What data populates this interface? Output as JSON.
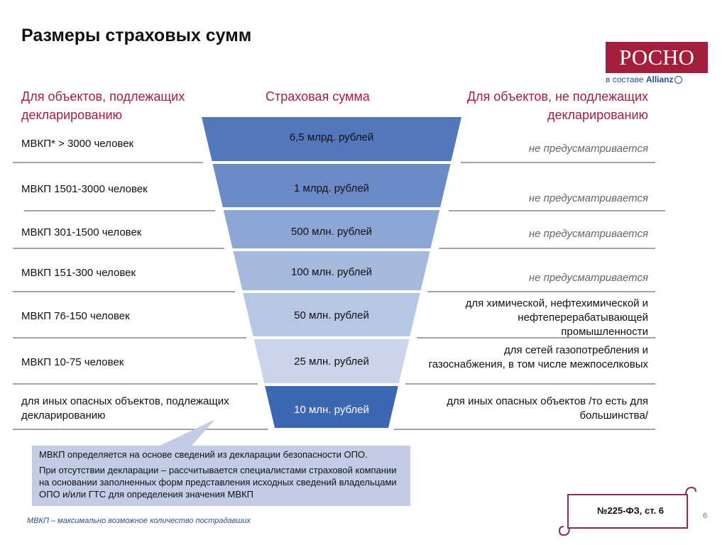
{
  "title": "Размеры страховых сумм",
  "logo": {
    "name": "РОСНО",
    "tagline_prefix": "в составе",
    "tagline_brand": "Allianz"
  },
  "headers": {
    "left": "Для объектов, подлежащих декларированию",
    "middle": "Страховая сумма",
    "right": "Для объектов, не подлежащих декларированию"
  },
  "rows": [
    {
      "left": "МВКП*  > 3000 человек",
      "amount": "6,5 млрд. рублей",
      "right": "не предусматривается",
      "right_is_na": true
    },
    {
      "left": "МВКП  1501-3000 человек",
      "amount": "1 млрд. рублей",
      "right": "не предусматривается",
      "right_is_na": true
    },
    {
      "left": "МВКП  301-1500 человек",
      "amount": "500 млн. рублей",
      "right": "не предусматривается",
      "right_is_na": true
    },
    {
      "left": "МВКП  151-300 человек",
      "amount": "100 млн. рублей",
      "right": "не предусматривается",
      "right_is_na": true
    },
    {
      "left": "МВКП  76-150 человек",
      "amount": "50 млн. рублей",
      "right": "для химической, нефтехимической и нефтеперерабатывающей промышленности",
      "right_is_na": false
    },
    {
      "left": "МВКП  10-75 человек",
      "amount": "25 млн. рублей",
      "right": "для сетей газопотребления и газоснабжения, в том числе межпоселковых",
      "right_is_na": false
    },
    {
      "left": "для иных опасных объектов, подлежащих декларированию",
      "amount": "10 млн. рублей",
      "right": "для иных опасных объектов /то есть для большинства/",
      "right_is_na": false
    }
  ],
  "colors": {
    "accent": "#a31f3c",
    "segments": [
      "#5277bc",
      "#6a8bc8",
      "#8ca6d5",
      "#a5b8de",
      "#b6c6e4",
      "#cad5eb",
      "#3e67b3"
    ],
    "callout_bg": "#c2cce4"
  },
  "callout": {
    "line1": "МВКП определяется на основе сведений из декларации безопасности ОПО.",
    "line2": "При отсутствии декларации – рассчитывается специалистами страховой компании на основании заполненных форм представления исходных сведений владельцами ОПО и/или ГТС для определения значения МВКП"
  },
  "footnote": "МВКП – максимально возможное количество пострадавших",
  "law_reference": "№225-ФЗ, ст. 6",
  "page_number": "6"
}
